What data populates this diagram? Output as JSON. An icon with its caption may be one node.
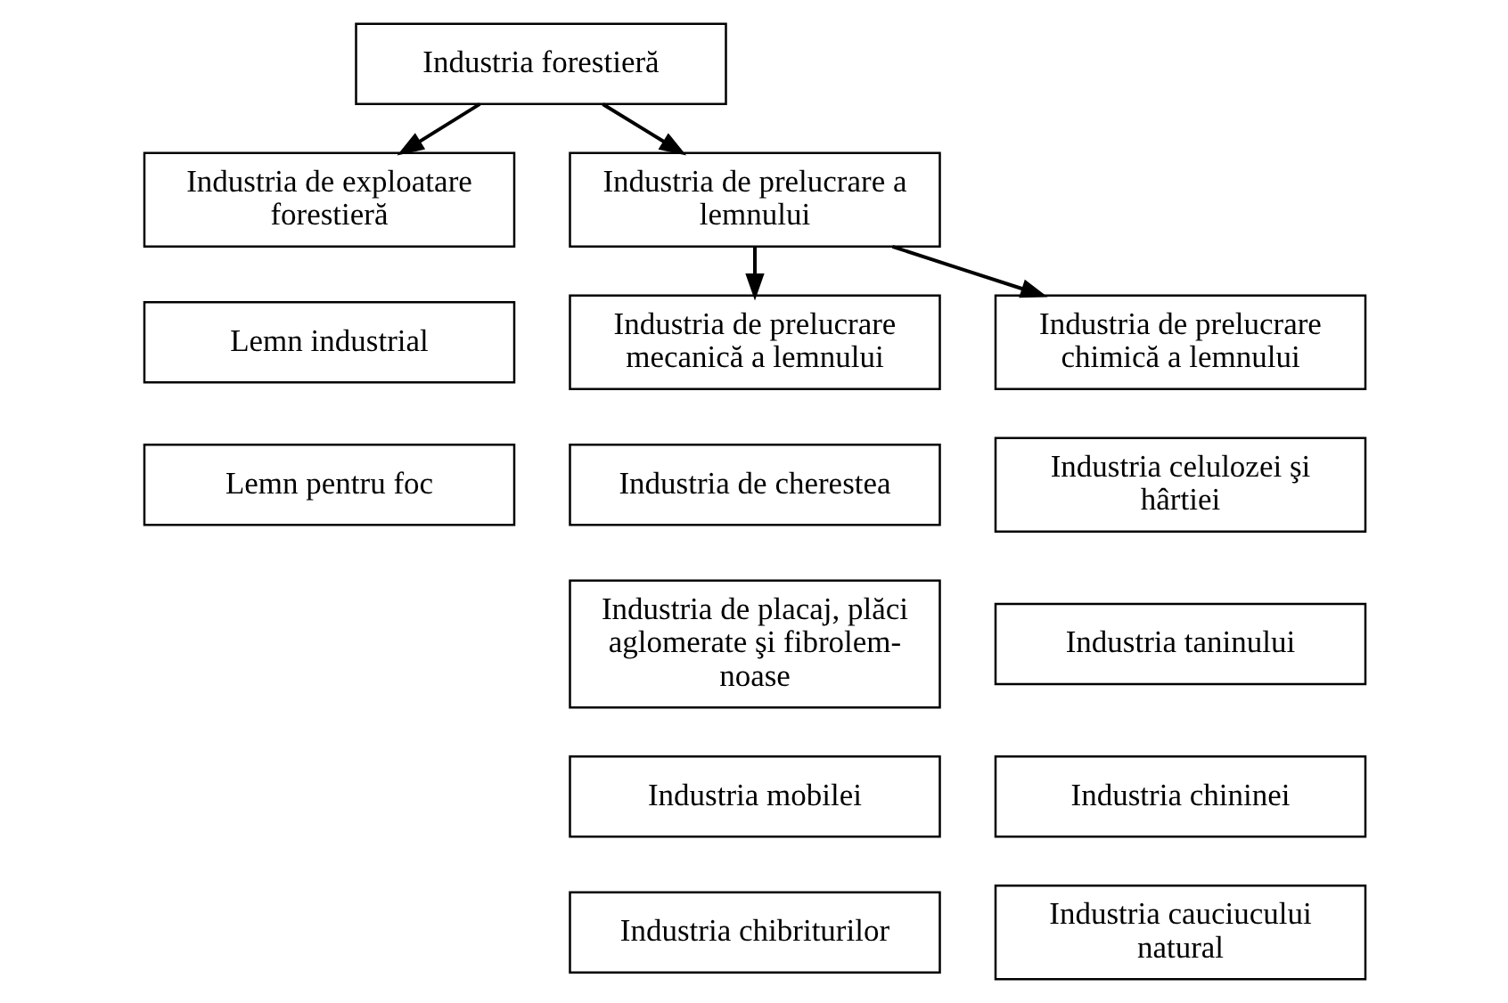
{
  "diagram": {
    "nodes": [
      {
        "text": [
          "Industria forestieră"
        ]
      },
      {
        "text": [
          "Industria de exploatare forestieră"
        ]
      },
      {
        "text": [
          "Industria de prelucrare a lemnului"
        ]
      },
      {
        "text": [
          "Lemn industrial"
        ]
      },
      {
        "text": [
          "Lemn pentru foc"
        ]
      },
      {
        "text": [
          "Industria de prelucrare mecanică a lemnului"
        ]
      },
      {
        "text": [
          "Industria de cherestea"
        ]
      },
      {
        "text": [
          "Industria de placaj, plăci aglomerate şi fibrolem- noase"
        ]
      },
      {
        "text": [
          "Industria mobilei"
        ]
      },
      {
        "text": [
          "Industria chibriturilor"
        ]
      },
      {
        "text": [
          "Industria de prelucrare chimică a lemnului"
        ]
      },
      {
        "text": [
          "Industria celulozei şi hârtiei"
        ]
      },
      {
        "text": [
          "Industria taninului"
        ]
      },
      {
        "text": [
          "Industria chininei"
        ]
      },
      {
        "text": [
          "Industria cauciucului natural"
        ]
      }
    ],
    "edges": [
      {
        "from": 0,
        "to": 1,
        "arrow": "to"
      },
      {
        "from": 0,
        "to": 2,
        "arrow": "to"
      },
      {
        "from": 2,
        "to": 5,
        "arrow": "to"
      },
      {
        "from": 2,
        "to": 10,
        "arrow": "to"
      }
    ]
  }
}
